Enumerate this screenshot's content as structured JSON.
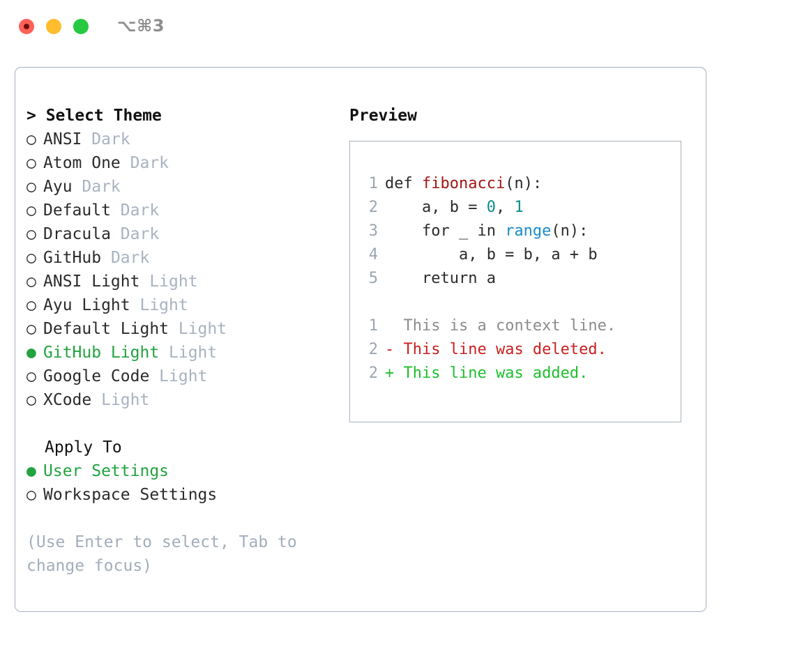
{
  "window": {
    "shortcut_label": "⌥⌘3",
    "traffic_lights": [
      {
        "name": "close",
        "color": "#ff6058"
      },
      {
        "name": "minimize",
        "color": "#ffbd2e"
      },
      {
        "name": "maximize",
        "color": "#28c840"
      }
    ]
  },
  "theme_picker": {
    "title": "> Select Theme",
    "selected_bullet": "●",
    "unselected_bullet": "○",
    "accent_color": "#22a33f",
    "options": [
      {
        "name": "ANSI",
        "tag": " Dark",
        "selected": false
      },
      {
        "name": "Atom One",
        "tag": " Dark",
        "selected": false
      },
      {
        "name": "Ayu",
        "tag": " Dark",
        "selected": false
      },
      {
        "name": "Default",
        "tag": " Dark",
        "selected": false
      },
      {
        "name": "Dracula",
        "tag": " Dark",
        "selected": false
      },
      {
        "name": "GitHub",
        "tag": " Dark",
        "selected": false
      },
      {
        "name": "ANSI Light",
        "tag": " Light",
        "selected": false
      },
      {
        "name": "Ayu Light",
        "tag": " Light",
        "selected": false
      },
      {
        "name": "Default Light",
        "tag": " Light",
        "selected": false
      },
      {
        "name": "GitHub Light",
        "tag": " Light",
        "selected": true
      },
      {
        "name": "Google Code",
        "tag": " Light",
        "selected": false
      },
      {
        "name": "XCode",
        "tag": " Light",
        "selected": false
      }
    ]
  },
  "apply_to": {
    "title": "Apply To",
    "options": [
      {
        "name": "User Settings",
        "selected": true
      },
      {
        "name": "Workspace Settings",
        "selected": false
      }
    ]
  },
  "hint": "(Use Enter to select, Tab to change focus)",
  "preview": {
    "title": "Preview",
    "code_lines": [
      {
        "num": "1",
        "segments": [
          {
            "text": "def ",
            "style": "plain"
          },
          {
            "text": "fibonacci",
            "style": "fn"
          },
          {
            "text": "(n):",
            "style": "plain"
          }
        ]
      },
      {
        "num": "2",
        "segments": [
          {
            "text": "    a, b = ",
            "style": "plain"
          },
          {
            "text": "0",
            "style": "num"
          },
          {
            "text": ", ",
            "style": "plain"
          },
          {
            "text": "1",
            "style": "num"
          }
        ]
      },
      {
        "num": "3",
        "segments": [
          {
            "text": "    for _ in ",
            "style": "plain"
          },
          {
            "text": "range",
            "style": "call"
          },
          {
            "text": "(n):",
            "style": "plain"
          }
        ]
      },
      {
        "num": "4",
        "segments": [
          {
            "text": "        a, b = b, a + b",
            "style": "plain"
          }
        ]
      },
      {
        "num": "5",
        "segments": [
          {
            "text": "    return a",
            "style": "plain"
          }
        ]
      }
    ],
    "diff_lines": [
      {
        "num": "1",
        "marker": "  ",
        "text": "This is a context line.",
        "kind": "ctx"
      },
      {
        "num": "2",
        "marker": "- ",
        "text": "This line was deleted.",
        "kind": "del"
      },
      {
        "num": "2",
        "marker": "+ ",
        "text": "This line was added.",
        "kind": "add"
      }
    ]
  },
  "colors": {
    "panel_border": "#a7b1c0",
    "muted_text": "#a8b2c0",
    "hint_text": "#a3adbb",
    "line_number": "#9aa5b1",
    "syntax_function": "#a31515",
    "syntax_number": "#0b8b8b",
    "syntax_call": "#1a8cc8",
    "diff_context": "#8c8c8c",
    "diff_deleted": "#cc1f1f",
    "diff_added": "#1dbf2e"
  }
}
